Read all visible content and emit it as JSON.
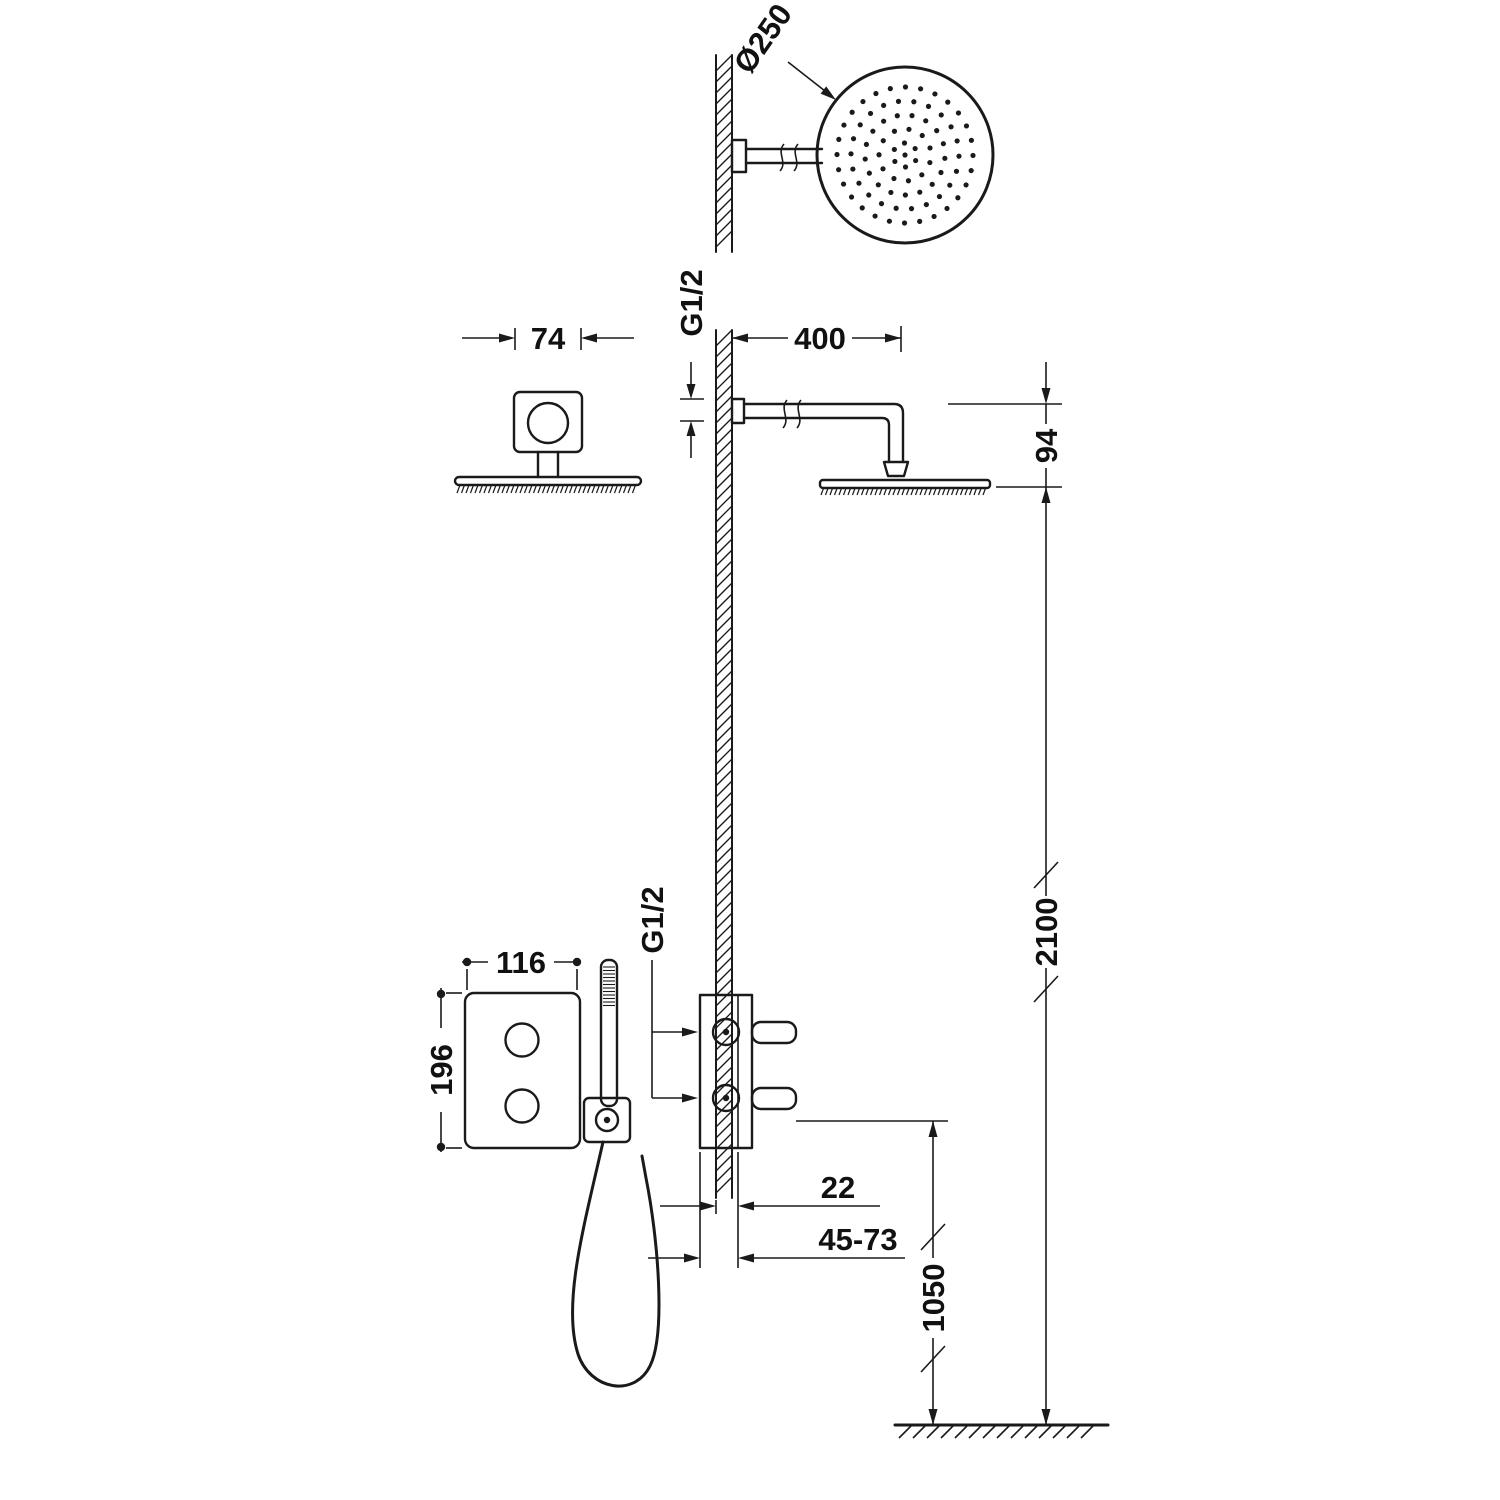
{
  "labels": {
    "head_diameter": "Ø250",
    "flange_width": "74",
    "arm_thread": "G1/2",
    "arm_length": "400",
    "head_drop": "94",
    "total_height": "2100",
    "mixer_width": "116",
    "mixer_height": "196",
    "mixer_thread": "G1/2",
    "plate_depth": "22",
    "recess_depth": "45-73",
    "height_from_floor": "1050"
  },
  "colors": {
    "line": "#1a1a1a",
    "background": "#ffffff"
  }
}
